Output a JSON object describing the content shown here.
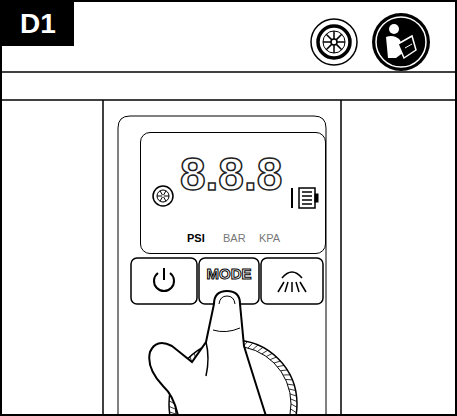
{
  "diagram": {
    "nodes": [
      {
        "text": [
          "D1"
        ]
      },
      {
        "text": [
          "8.8.8",
          "PSI",
          "BAR",
          "KPA"
        ]
      },
      {
        "text": [
          "MODE"
        ]
      }
    ]
  }
}
